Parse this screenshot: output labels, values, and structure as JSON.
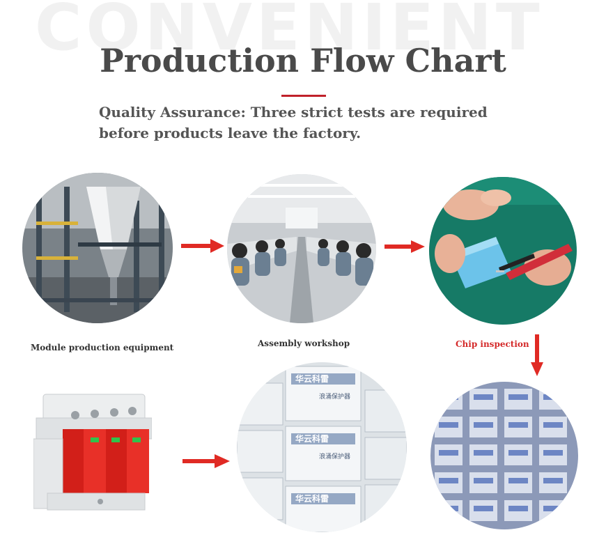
{
  "watermark": "CONVENIENT",
  "title": "Production Flow Chart",
  "subtitle": {
    "line1": "Quality Assurance: Three strict tests are required",
    "line2": "before products leave the factory."
  },
  "steps": [
    {
      "label": "Module production equipment"
    },
    {
      "label": "Assembly workshop"
    },
    {
      "label": "Chip inspection"
    }
  ],
  "box_label": "华云科雷",
  "box_sublabel": "浪涌保护器",
  "colors": {
    "accent_red": "#d42a2a",
    "title_gray": "#4a4a4a",
    "module_red": "#e0261f",
    "module_green": "#31c24b"
  }
}
